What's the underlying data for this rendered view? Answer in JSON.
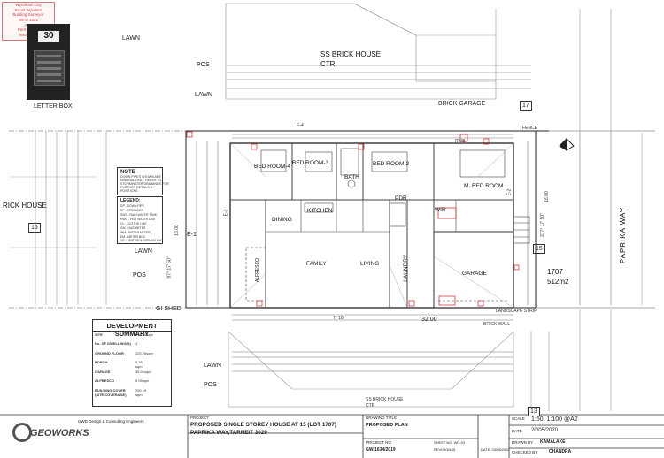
{
  "stamp": [
    "Wyndham City",
    "Boost Wyndam",
    "Building Surveyor",
    "BS-U 1622",
    "Acc.",
    "Permit / Info",
    "Issue date"
  ],
  "letter_box": {
    "number": "30",
    "label": "LETTER BOX"
  },
  "lots": {
    "top_house": "SS BRICK HOUSE",
    "top_ctr": "CTR",
    "brick_garage": "BRICK GARAGE",
    "lot_17": "17",
    "lot_16": "16",
    "lot_15": "15",
    "lot_13": "13",
    "left_house": "RICK HOUSE",
    "bottom_house": "SS BRICK HOUSE",
    "bottom_ctr": "CTR",
    "site_lot": "1707",
    "site_area": "512m2"
  },
  "labels": {
    "lawn": "LAWN",
    "pos": "POS",
    "gi_shed": "GI SHED",
    "e1": "E-1",
    "e2": "E-2",
    "e3": "E-3",
    "e4": "E-4",
    "street": "PAPRIKA WAY",
    "dim_side": "16.00",
    "dim_side2": "16.00",
    "dim_bottom": "32.00",
    "bearing_left": "97° 17' 50\"",
    "bearing_right": "277° 17' 50\"",
    "bearing_bottom": "7° 18'",
    "landscape_strip": "LANDSCAPE STRIP",
    "brick_wall": "BRICK WALL",
    "fence": "FENCE",
    "rwb": "RWB"
  },
  "rooms": {
    "bed4": "BED ROOM-4",
    "bed3": "BED ROOM-3",
    "bed2": "BED ROOM-2",
    "mbed": "M. BED ROOM",
    "bath": "BATH",
    "dining": "DINING",
    "kitchen": "KITCHEN",
    "pdr": "PDR",
    "wir": "WIR",
    "family": "FAMILY",
    "living": "LIVING",
    "laundry": "LAUNDRY",
    "garage": "GARAGE",
    "alfresco": "ALFRESCO"
  },
  "note": {
    "title": "NOTE",
    "lines": [
      "DOWN PIPES SHOWN ARE",
      "NOMINAL ONLY. REFER TO",
      "STORMWATER DRAWINGS FOR",
      "FURTHER DETAILS &",
      "POSITIONS"
    ]
  },
  "legend": {
    "title": "LEGEND:",
    "items": [
      "DP - DOWN PIPE",
      "SP - SPREADER",
      "SWT - RAIN WATER TANK",
      "HWU - HOT WATER UNIT",
      "CL - CLOTHS LINE",
      "GM - GAS METER",
      "WM - WATER METER",
      "EM - METER BOX",
      "HC - HEATING & COOLING UNIT"
    ]
  },
  "development_summary": {
    "title": "DEVELOPMENT SUMMARY",
    "rows": [
      {
        "k": "SITE",
        "v": "512.00sqm"
      },
      {
        "k": "No. OF DWELLING(S)",
        "v": "1"
      },
      {
        "k": "GROUND FLOOR",
        "v": "220.29sqm"
      },
      {
        "k": "PORCH",
        "v": "5.35 sqm"
      },
      {
        "k": "GARAGE",
        "v": "35.91sqm"
      },
      {
        "k": "ALFRESCO",
        "v": "9.05sqm"
      },
      {
        "k": "BUILDING COVER (SITE COVERAGE)",
        "v": "250.19 sqm"
      }
    ]
  },
  "title_block": {
    "company": "GWD Design & Consulting Engineers",
    "logo_text": "GEOWORKS",
    "project_label": "PROJECT",
    "project": "PROPOSED SINGLE STOREY HOUSE AT 15 (LOT 1707) PAPRIKA WAY,TARNEIT 3029",
    "drawing_title_label": "DRAWING TITLE",
    "drawing_title": "PROPOSED PLAN",
    "project_no_label": "PROJECT NO",
    "project_no": "GW/1634/2019",
    "sheet_no": "SHEET NO: WD-03",
    "revision": "REVISION: B",
    "date_small": "DATE: 03/08/2020",
    "scale_label": "SCALE",
    "scale": "1:50, 1:100 @A2",
    "date_label": "DATE",
    "date": "20/05/2020",
    "drawn_by_label": "DRAWN BY",
    "drawn_by": "KAMALAKE",
    "checked_by_label": "CHECKED BY",
    "checked_by": "CHANDRA"
  },
  "colors": {
    "line": "#333333",
    "room_line": "#444444",
    "dim": "#666666",
    "red": "#cc2222",
    "stamp": "#cc4444"
  }
}
